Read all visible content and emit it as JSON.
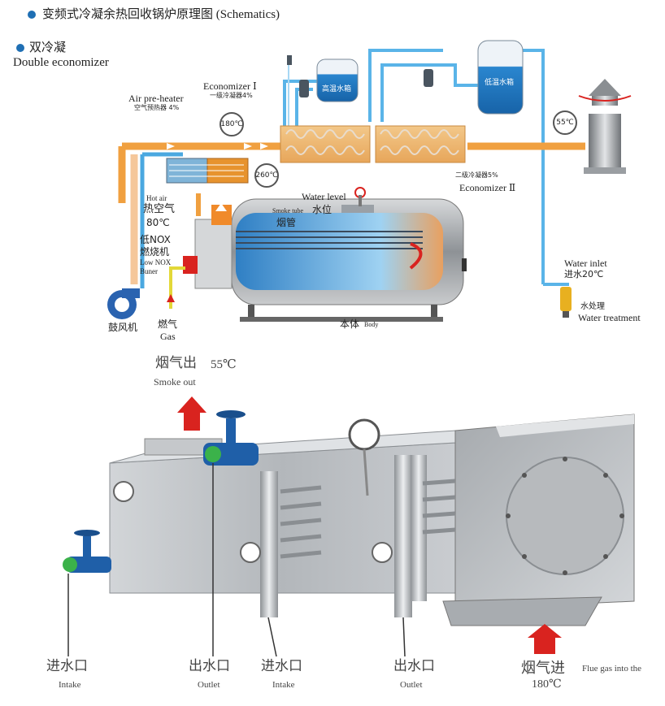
{
  "header": {
    "title": "变频式冷凝余热回收锅炉原理图 (Schematics)",
    "subtitle_cn": "双冷凝",
    "subtitle_en": "Double economizer"
  },
  "schematic": {
    "economizer1_en": "Economizer Ⅰ",
    "economizer1_cn": "一级冷凝器4%",
    "air_preheater_en": "Air pre-heater",
    "air_preheater_cn": "空气预热器 4%",
    "gauge_180": "180℃",
    "gauge_260": "260℃",
    "gauge_55": "55℃",
    "high_tank": "高温水箱",
    "low_tank": "低温水箱",
    "economizer2_cn": "二级冷凝器5%",
    "economizer2_en": "Economizer Ⅱ",
    "water_level_en": "Water level",
    "water_level_cn": "水位",
    "smoke_tube_en": "Smoke tube",
    "smoke_tube_cn": "烟管",
    "hot_air_en": "Hot air",
    "hot_air_cn": "热空气",
    "hot_air_temp": "80℃",
    "burner_cn1": "低NOX",
    "burner_cn2": "燃烧机",
    "burner_en1": "Low NOX",
    "burner_en2": "Buner",
    "fan_cn": "鼓风机",
    "gas_cn": "燃气",
    "gas_en": "Gas",
    "body_cn": "本体",
    "body_en": "Body",
    "water_inlet_en": "Water inlet",
    "water_inlet_cn": "进水20℃",
    "water_treatment_cn": "水处理",
    "water_treatment_en": "Water treatment"
  },
  "economizer_view": {
    "smoke_out_cn": "烟气出",
    "smoke_out_temp": "55℃",
    "smoke_out_en": "Smoke out",
    "intake1_cn": "进水口",
    "intake1_en": "Intake",
    "outlet1_cn": "出水口",
    "outlet1_en": "Outlet",
    "intake2_cn": "进水口",
    "intake2_en": "Intake",
    "outlet2_cn": "出水口",
    "outlet2_en": "Outlet",
    "flue_in_cn": "烟气进",
    "flue_in_en": "Flue gas into the",
    "flue_in_temp": "180℃"
  },
  "colors": {
    "hot_pipe": "#f0a040",
    "cold_pipe": "#4aa8e0",
    "red": "#d9231f",
    "steel": "#b8bcc0",
    "valve_blue": "#1f5fa8",
    "valve_green": "#3bb24a"
  }
}
